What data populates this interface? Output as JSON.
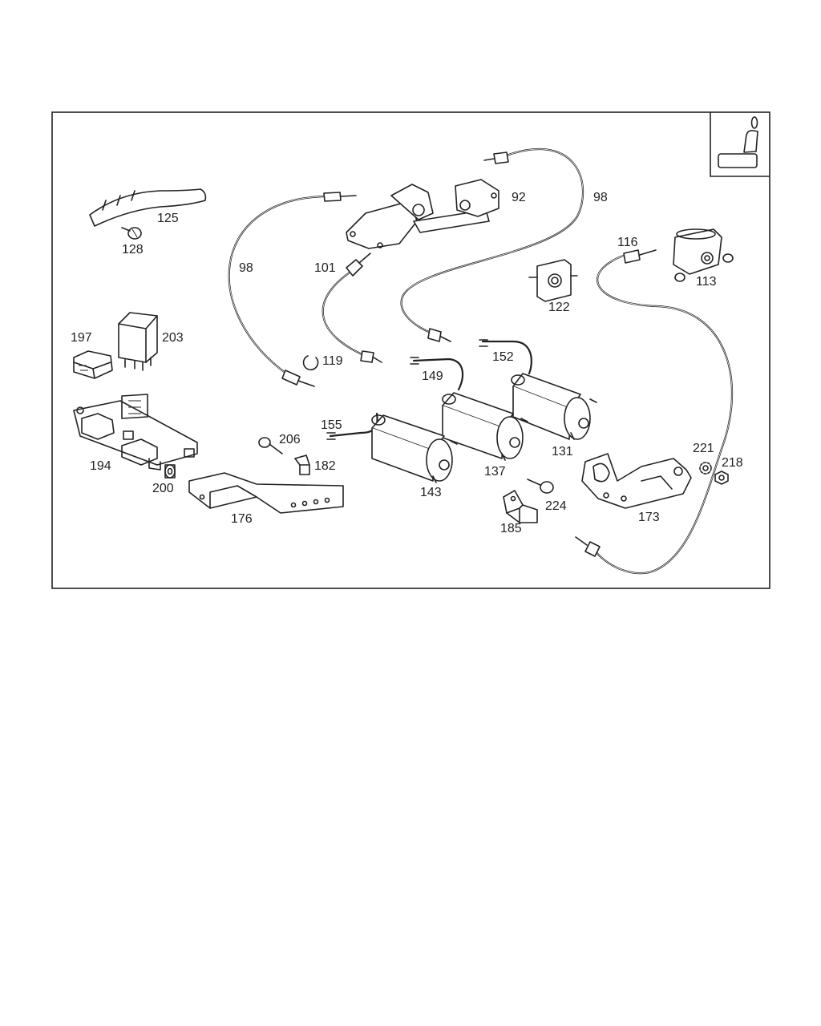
{
  "labels": {
    "p92": "92",
    "p98a": "98",
    "p98b": "98",
    "p101": "101",
    "p113": "113",
    "p116": "116",
    "p119": "119",
    "p122": "122",
    "p125": "125",
    "p128": "128",
    "p131": "131",
    "p137": "137",
    "p143": "143",
    "p149": "149",
    "p152": "152",
    "p155": "155",
    "p173": "173",
    "p176": "176",
    "p182": "182",
    "p185": "185",
    "p194": "194",
    "p197": "197",
    "p200": "200",
    "p203": "203",
    "p206": "206",
    "p218": "218",
    "p221": "221",
    "p224": "224"
  },
  "icons": {
    "thumbnail": "seat-icon"
  },
  "colors": {
    "line": "#222222",
    "background": "#ffffff"
  }
}
